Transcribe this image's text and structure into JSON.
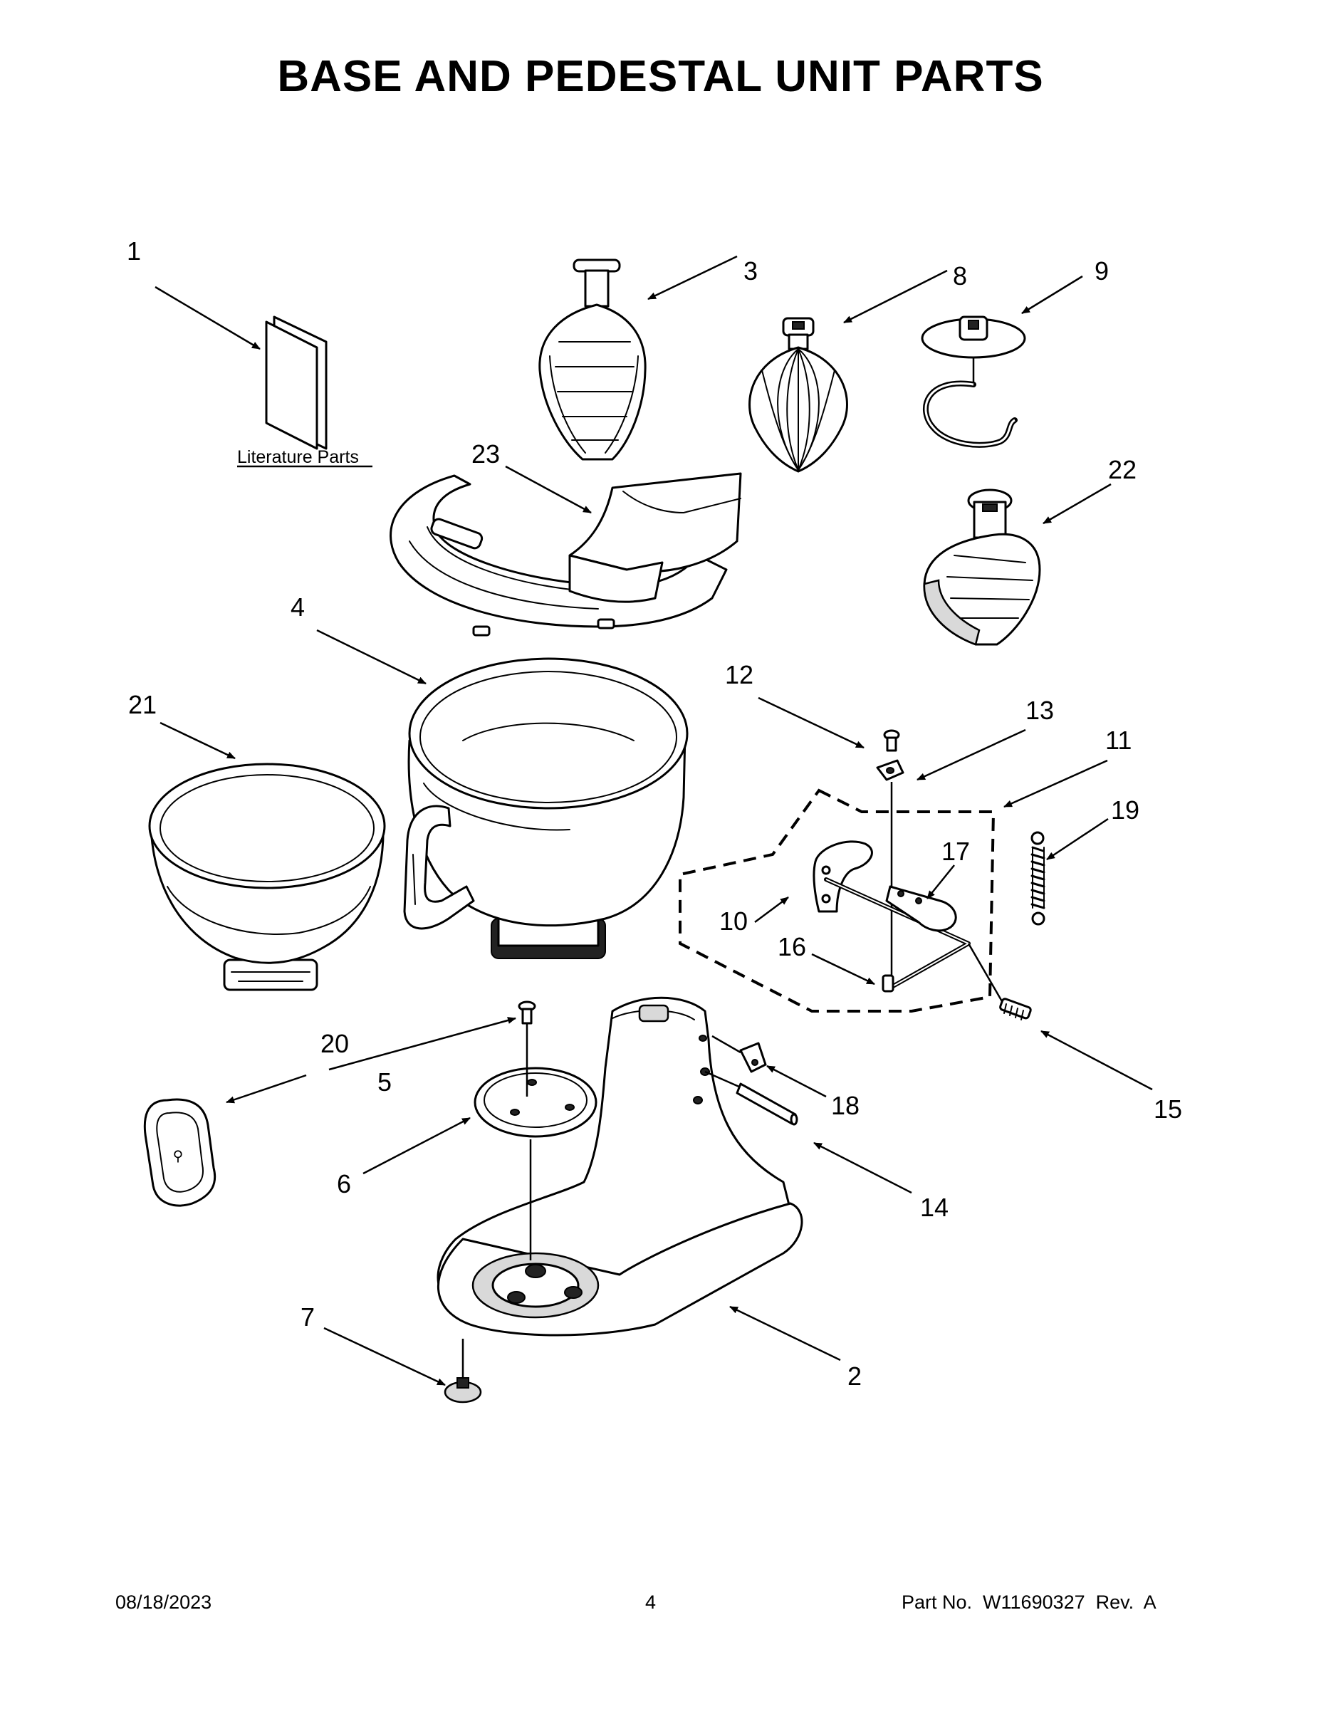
{
  "title": "BASE AND PEDESTAL UNIT PARTS",
  "literature_label": "Literature Parts",
  "callouts": {
    "c1": "1",
    "c2": "2",
    "c3": "3",
    "c4": "4",
    "c5": "5",
    "c6": "6",
    "c7": "7",
    "c8": "8",
    "c9": "9",
    "c10": "10",
    "c11": "11",
    "c12": "12",
    "c13": "13",
    "c14": "14",
    "c15": "15",
    "c16": "16",
    "c17": "17",
    "c18": "18",
    "c19": "19",
    "c20": "20",
    "c21": "21",
    "c22": "22",
    "c23": "23"
  },
  "footer": {
    "date": "08/18/2023",
    "page": "4",
    "part_no": "Part No.  W11690327  Rev.  A"
  }
}
